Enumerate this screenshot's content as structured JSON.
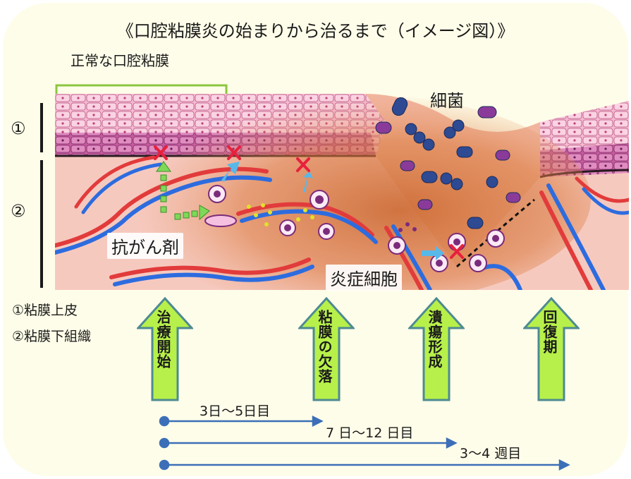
{
  "title": "《口腔粘膜炎の始まりから治るまで（イメージ図）》",
  "normal_mucosa_label": "正常な口腔粘膜",
  "regions": {
    "r1": "①",
    "r2": "②"
  },
  "labels": {
    "bacteria": "細菌",
    "anticancer": "抗がん剤",
    "inflammatory_cells": "炎症細胞"
  },
  "legend": {
    "item1": "①粘膜上皮",
    "item2": "②粘膜下組織"
  },
  "stages": [
    {
      "label": "治療開始"
    },
    {
      "label": "粘膜の欠落"
    },
    {
      "label": "潰瘍形成"
    },
    {
      "label": "回復期"
    }
  ],
  "timeline": [
    {
      "label": "3日～5日目"
    },
    {
      "label": "7 日～12 日目"
    },
    {
      "label": "3～4 週目"
    }
  ],
  "colors": {
    "background": "#fefde9",
    "arrow_fill": "#b7f04a",
    "arrow_stroke": "#4e8a93",
    "timeline": "#3c6fb8",
    "normal_bracket": "#8cc63f",
    "damage_x": "#e8203c",
    "inflammation": "#d9783a"
  }
}
